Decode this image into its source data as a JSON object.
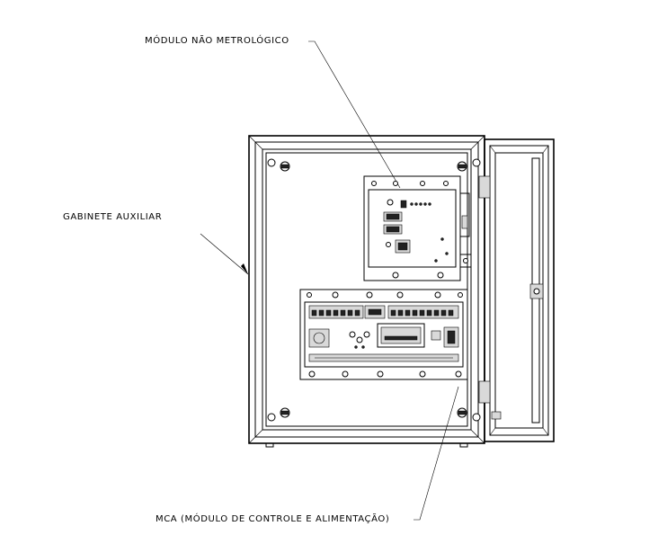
{
  "labels": {
    "non_metrological_module": "MÓDULO NÃO METROLÓGICO",
    "auxiliary_cabinet": "GABINETE AUXILIAR",
    "mca": "MCA (MÓDULO DE CONTROLE E ALIMENTAÇÃO)"
  }
}
